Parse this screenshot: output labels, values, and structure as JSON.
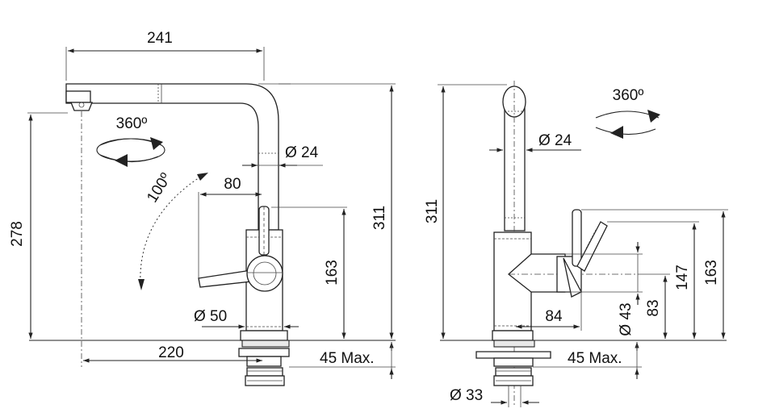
{
  "side_view": {
    "dims": {
      "width_top": "241",
      "height_left": "278",
      "height_right": "311",
      "reach_bottom": "220",
      "tube_diameter": "Ø 24",
      "lever_offset": "80",
      "angle": "100º",
      "lever_height": "163",
      "body_diameter": "Ø 50",
      "max_thickness": "45 Max.",
      "rotation": "360º"
    }
  },
  "front_view": {
    "dims": {
      "height_left": "311",
      "rotation": "360º",
      "tube_diameter": "Ø 24",
      "offset": "84",
      "hose_diameter": "Ø 43",
      "height_83": "83",
      "height_147": "147",
      "height_163": "163",
      "max_thickness": "45 Max.",
      "thread_diameter": "Ø 33"
    }
  }
}
